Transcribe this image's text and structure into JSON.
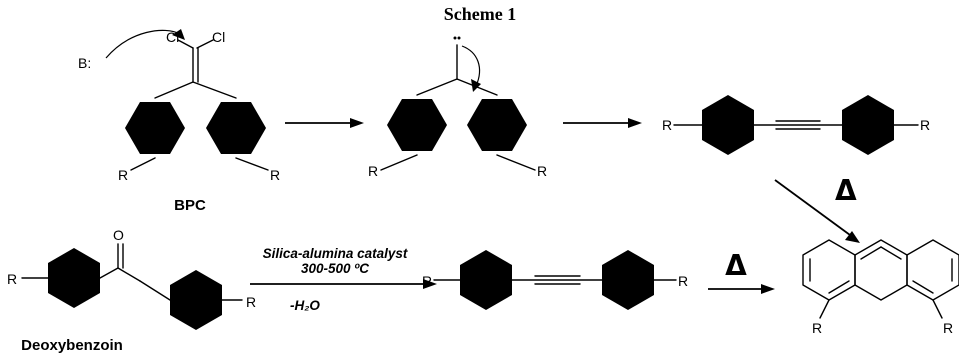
{
  "scheme": {
    "title": "Scheme 1"
  },
  "labels": {
    "base": "B:",
    "chlorine": "Cl",
    "oxygen": "O",
    "substituent": "R",
    "delta": "Δ"
  },
  "compounds": {
    "bpc": "BPC",
    "deoxybenzoin": "Deoxybenzoin"
  },
  "conditions": {
    "catalyst": "Silica-alumina catalyst",
    "temperature": "300-500 ºC",
    "loss": "-H₂O"
  }
}
